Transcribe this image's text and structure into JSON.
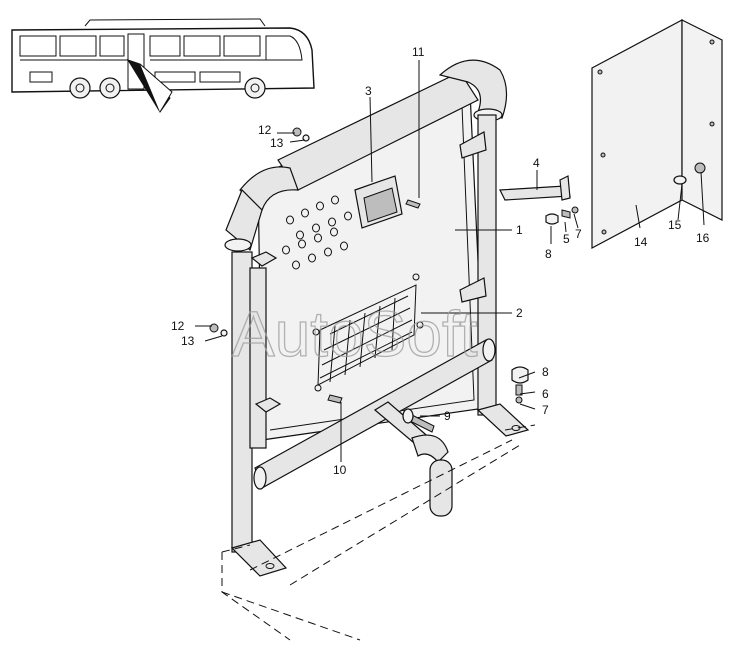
{
  "watermark": "AutoSoft",
  "callouts": [
    {
      "id": "c1",
      "text": "1"
    },
    {
      "id": "c2",
      "text": "2"
    },
    {
      "id": "c3",
      "text": "3"
    },
    {
      "id": "c4",
      "text": "4"
    },
    {
      "id": "c5",
      "text": "5"
    },
    {
      "id": "c6",
      "text": "6"
    },
    {
      "id": "c7a",
      "text": "7"
    },
    {
      "id": "c7b",
      "text": "7"
    },
    {
      "id": "c8a",
      "text": "8"
    },
    {
      "id": "c8b",
      "text": "8"
    },
    {
      "id": "c9",
      "text": "9"
    },
    {
      "id": "c10",
      "text": "10"
    },
    {
      "id": "c11",
      "text": "11"
    },
    {
      "id": "c12a",
      "text": "12"
    },
    {
      "id": "c12b",
      "text": "12"
    },
    {
      "id": "c13a",
      "text": "13"
    },
    {
      "id": "c13b",
      "text": "13"
    },
    {
      "id": "c14",
      "text": "14"
    },
    {
      "id": "c15",
      "text": "15"
    },
    {
      "id": "c16",
      "text": "16"
    }
  ]
}
